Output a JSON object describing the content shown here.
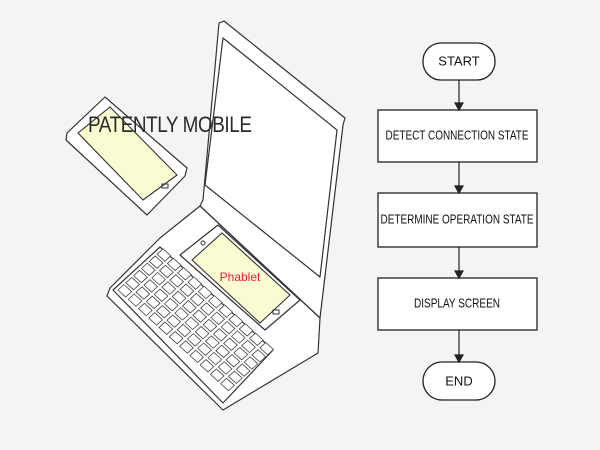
{
  "illustration": {
    "watermark": "PATENTLY MOBILE",
    "device_label": "Phablet",
    "keyboard_key_rows": 6,
    "keyboard_key_cols": 11
  },
  "flowchart": {
    "start": "START",
    "steps": [
      "DETECT CONNECTION STATE",
      "DETERMINE OPERATION STATE",
      "DISPLAY SCREEN"
    ],
    "end": "END"
  },
  "colors": {
    "screen_fill": "#fbfbd2",
    "label_red": "#e0203a",
    "background": "#f4f4f4"
  }
}
